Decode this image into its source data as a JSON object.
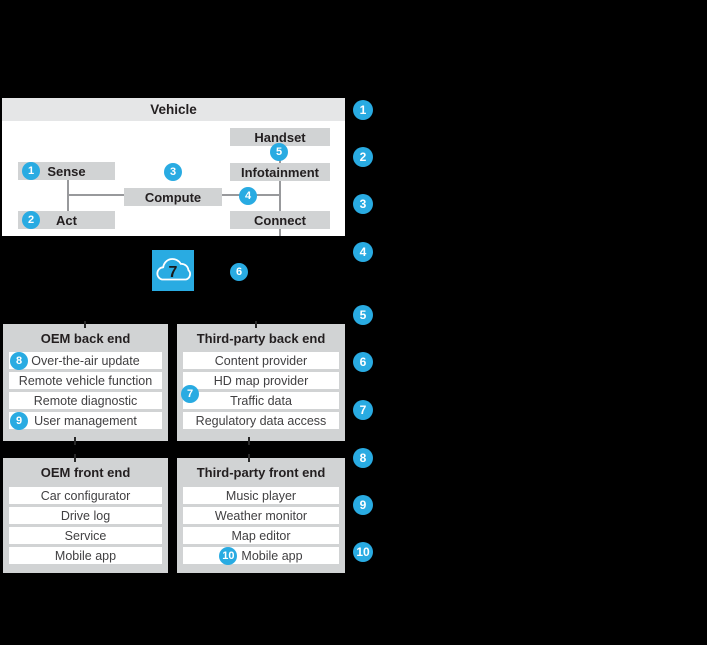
{
  "colors": {
    "background": "#000000",
    "accent_blue": "#29abe2",
    "panel_gray": "#d1d3d4",
    "vehicle_header_gray": "#e5e6e7",
    "row_white": "#ffffff",
    "connector_gray": "#98999c",
    "text_dark": "#231f20",
    "row_text": "#414042"
  },
  "vehicle": {
    "title": "Vehicle",
    "boxes": {
      "handset": {
        "label": "Handset"
      },
      "infotainment": {
        "label": "Infotainment"
      },
      "sense": {
        "label": "Sense",
        "marker": "1"
      },
      "compute": {
        "label": "Compute"
      },
      "act": {
        "label": "Act",
        "marker": "2"
      },
      "connect": {
        "label": "Connect"
      }
    },
    "markers": {
      "m3": "3",
      "m4": "4",
      "m5": "5"
    }
  },
  "cloud": {
    "marker": "7"
  },
  "network_marker": "6",
  "sections": {
    "oem_back_end": {
      "title": "OEM back end",
      "rows": [
        {
          "label": "Over-the-air update",
          "marker": "8"
        },
        {
          "label": "Remote vehicle function"
        },
        {
          "label": "Remote diagnostic"
        },
        {
          "label": "User management",
          "marker": "9"
        }
      ]
    },
    "third_back_end": {
      "title": "Third-party back end",
      "side_marker": "7",
      "rows": [
        {
          "label": "Content provider"
        },
        {
          "label": "HD map provider"
        },
        {
          "label": "Traffic data"
        },
        {
          "label": "Regulatory data access"
        }
      ]
    },
    "oem_front_end": {
      "title": "OEM front end",
      "rows": [
        {
          "label": "Car configurator"
        },
        {
          "label": "Drive log"
        },
        {
          "label": "Service"
        },
        {
          "label": "Mobile app"
        }
      ]
    },
    "third_front_end": {
      "title": "Third-party front end",
      "rows": [
        {
          "label": "Music player"
        },
        {
          "label": "Weather monitor"
        },
        {
          "label": "Map editor"
        },
        {
          "label": "Mobile app",
          "marker": "10"
        }
      ]
    }
  },
  "legend_markers": [
    "1",
    "2",
    "3",
    "4",
    "5",
    "6",
    "7",
    "8",
    "9",
    "10"
  ]
}
